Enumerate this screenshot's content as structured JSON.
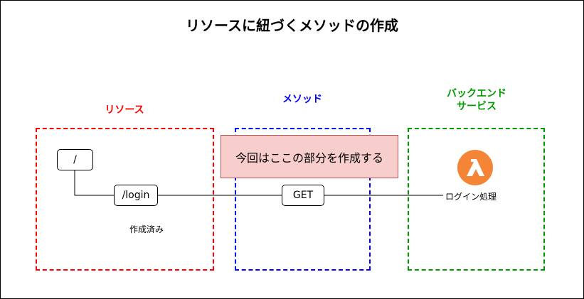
{
  "title": "リソースに紐づくメソッドの作成",
  "sections": {
    "resource": {
      "label": "リソース",
      "color": "#ff0000"
    },
    "method": {
      "label": "メソッド",
      "color": "#0000ff"
    },
    "backend": {
      "label_line1": "バックエンド",
      "label_line2": "サービス",
      "color": "#009900"
    }
  },
  "nodes": {
    "root": "/",
    "login": "/login",
    "get": "GET"
  },
  "note": {
    "text": "今回はここの部分を作成する"
  },
  "created_label": "作成済み",
  "backend_node": {
    "label": "ログイン処理",
    "icon": "lambda-icon",
    "icon_color": "#f58536"
  }
}
